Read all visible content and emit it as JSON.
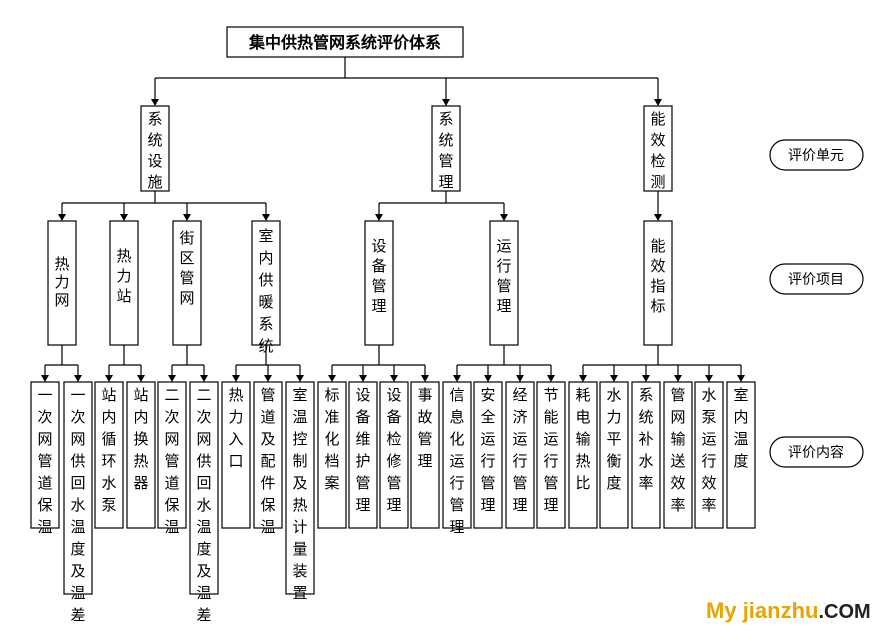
{
  "root": {
    "label": "集中供热管网系统评价体系"
  },
  "side_labels": [
    "评价单元",
    "评价项目",
    "评价内容"
  ],
  "units": [
    {
      "label": "系统设施"
    },
    {
      "label": "系统管理"
    },
    {
      "label": "能效检测"
    }
  ],
  "projects": [
    {
      "label": "热力网"
    },
    {
      "label": "热力站"
    },
    {
      "label": "街区管网"
    },
    {
      "label": "室内供暖系统"
    },
    {
      "label": "设备管理"
    },
    {
      "label": "运行管理"
    },
    {
      "label": "能效指标"
    }
  ],
  "contents": [
    {
      "label": "一次网管道保温"
    },
    {
      "label": "一次网供回水温度及温差"
    },
    {
      "label": "站内循环水泵"
    },
    {
      "label": "站内换热器"
    },
    {
      "label": "二次网管道保温"
    },
    {
      "label": "二次网供回水温度及温差"
    },
    {
      "label": "热力入口"
    },
    {
      "label": "管道及配件保温"
    },
    {
      "label": "室温控制及热计量装置"
    },
    {
      "label": "标准化档案"
    },
    {
      "label": "设备维护管理"
    },
    {
      "label": "设备检修管理"
    },
    {
      "label": "事故管理"
    },
    {
      "label": "信息化运行管理"
    },
    {
      "label": "安全运行管理"
    },
    {
      "label": "经济运行管理"
    },
    {
      "label": "节能运行管理"
    },
    {
      "label": "耗电输热比"
    },
    {
      "label": "水力平衡度"
    },
    {
      "label": "系统补水率"
    },
    {
      "label": "管网输送效率"
    },
    {
      "label": "水泵运行效率"
    },
    {
      "label": "室内温度"
    }
  ],
  "watermark": {
    "my": "My ",
    "jianzhu": "jianzhu",
    "com": ".COM"
  }
}
